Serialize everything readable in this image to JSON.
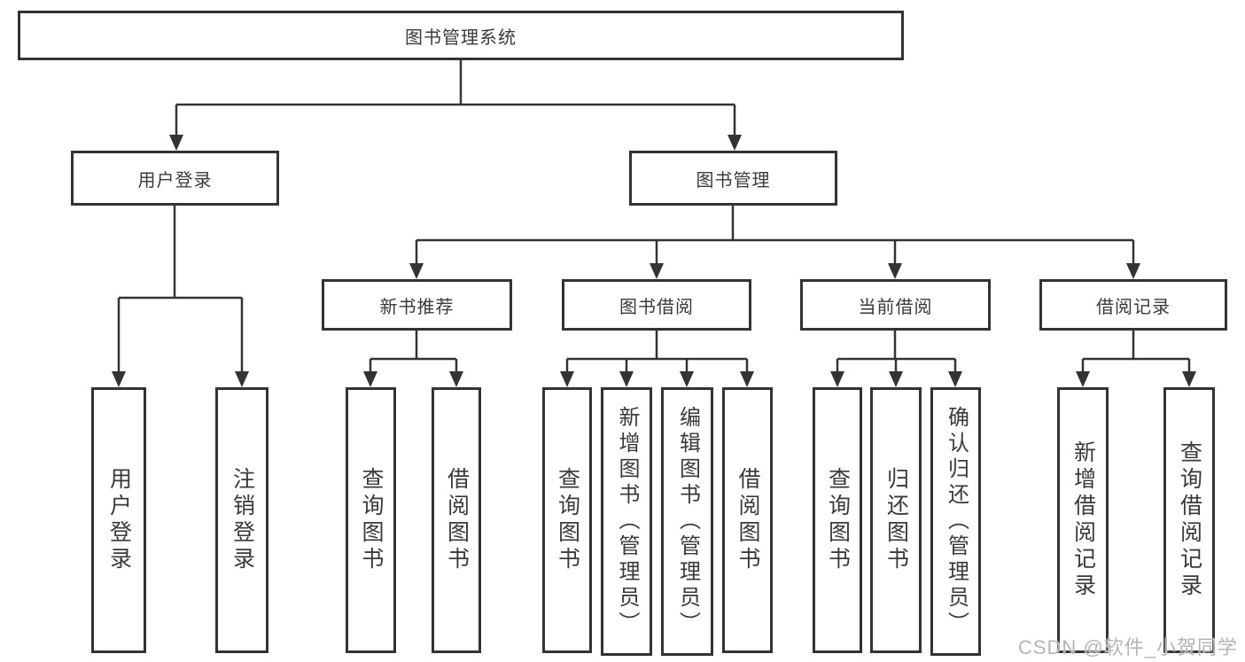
{
  "tree": {
    "label": "图书管理系统",
    "children": [
      {
        "label": "用户登录",
        "children": [
          {
            "label": "用户登录"
          },
          {
            "label": "注销登录"
          }
        ]
      },
      {
        "label": "图书管理",
        "children": [
          {
            "label": "新书推荐",
            "children": [
              {
                "label": "查询图书"
              },
              {
                "label": "借阅图书"
              }
            ]
          },
          {
            "label": "图书借阅",
            "children": [
              {
                "label": "查询图书"
              },
              {
                "label": "新增图书（管理员）"
              },
              {
                "label": "编辑图书（管理员）"
              },
              {
                "label": "借阅图书"
              }
            ]
          },
          {
            "label": "当前借阅",
            "children": [
              {
                "label": "查询图书"
              },
              {
                "label": "归还图书"
              },
              {
                "label": "确认归还（管理员）"
              }
            ]
          },
          {
            "label": "借阅记录",
            "children": [
              {
                "label": "新增借阅记录"
              },
              {
                "label": "查询借阅记录"
              }
            ]
          }
        ]
      }
    ]
  },
  "watermark": "CSDN @软件_小贺同学",
  "colors": {
    "line": "#333333",
    "text": "#3a3a3a",
    "watermark": "#b5b5b5"
  }
}
